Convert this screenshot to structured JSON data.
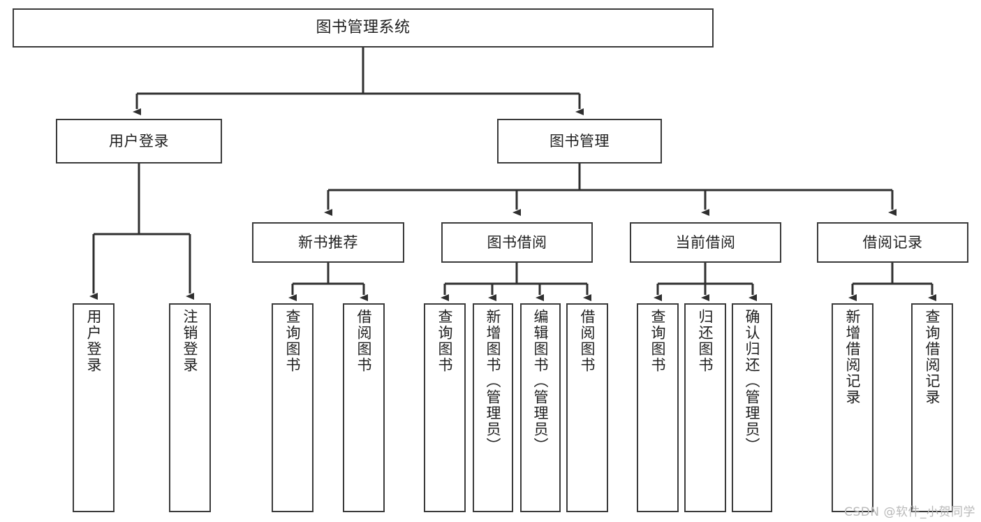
{
  "diagram": {
    "type": "tree-hierarchy-chart",
    "title": "图书管理系统",
    "line_color": "#3a3a3a",
    "box_fill": "#ffffff",
    "text_color": "#1f1f1f",
    "nodes": {
      "root": {
        "label": "图书管理系统",
        "orientation": "horizontal",
        "level": 1
      },
      "l2": [
        {
          "id": "user-login",
          "label": "用户登录",
          "orientation": "horizontal",
          "level": 2
        },
        {
          "id": "book-manage",
          "label": "图书管理",
          "orientation": "horizontal",
          "level": 2
        }
      ],
      "l3": [
        {
          "id": "new-book-rec",
          "label": "新书推荐",
          "orientation": "horizontal",
          "level": 3,
          "parent": "book-manage"
        },
        {
          "id": "book-borrow",
          "label": "图书借阅",
          "orientation": "horizontal",
          "level": 3,
          "parent": "book-manage"
        },
        {
          "id": "current-borrow",
          "label": "当前借阅",
          "orientation": "horizontal",
          "level": 3,
          "parent": "book-manage"
        },
        {
          "id": "borrow-record",
          "label": "借阅记录",
          "orientation": "horizontal",
          "level": 3,
          "parent": "book-manage"
        }
      ],
      "leaves": [
        {
          "id": "leaf-user-login",
          "label": "用户登录",
          "orientation": "vertical",
          "parent": "user-login"
        },
        {
          "id": "leaf-logout",
          "label": "注销登录",
          "orientation": "vertical",
          "parent": "user-login"
        },
        {
          "id": "leaf-query-book-1",
          "label": "查询图书",
          "orientation": "vertical",
          "parent": "new-book-rec"
        },
        {
          "id": "leaf-borrow-book-1",
          "label": "借阅图书",
          "orientation": "vertical",
          "parent": "new-book-rec"
        },
        {
          "id": "leaf-query-book-2",
          "label": "查询图书",
          "orientation": "vertical",
          "parent": "book-borrow"
        },
        {
          "id": "leaf-add-book",
          "label": "新增图书（管理员）",
          "orientation": "vertical",
          "parent": "book-borrow"
        },
        {
          "id": "leaf-edit-book",
          "label": "编辑图书（管理员）",
          "orientation": "vertical",
          "parent": "book-borrow"
        },
        {
          "id": "leaf-borrow-book-2",
          "label": "借阅图书",
          "orientation": "vertical",
          "parent": "book-borrow"
        },
        {
          "id": "leaf-query-book-3",
          "label": "查询图书",
          "orientation": "vertical",
          "parent": "current-borrow"
        },
        {
          "id": "leaf-return-book",
          "label": "归还图书",
          "orientation": "vertical",
          "parent": "current-borrow"
        },
        {
          "id": "leaf-confirm-return",
          "label": "确认归还（管理员）",
          "orientation": "vertical",
          "parent": "current-borrow"
        },
        {
          "id": "leaf-add-record",
          "label": "新增借阅记录",
          "orientation": "vertical",
          "parent": "borrow-record"
        },
        {
          "id": "leaf-query-record",
          "label": "查询借阅记录",
          "orientation": "vertical",
          "parent": "borrow-record"
        }
      ]
    }
  },
  "watermark": {
    "text": "CSDN @软件_小贺同学"
  }
}
